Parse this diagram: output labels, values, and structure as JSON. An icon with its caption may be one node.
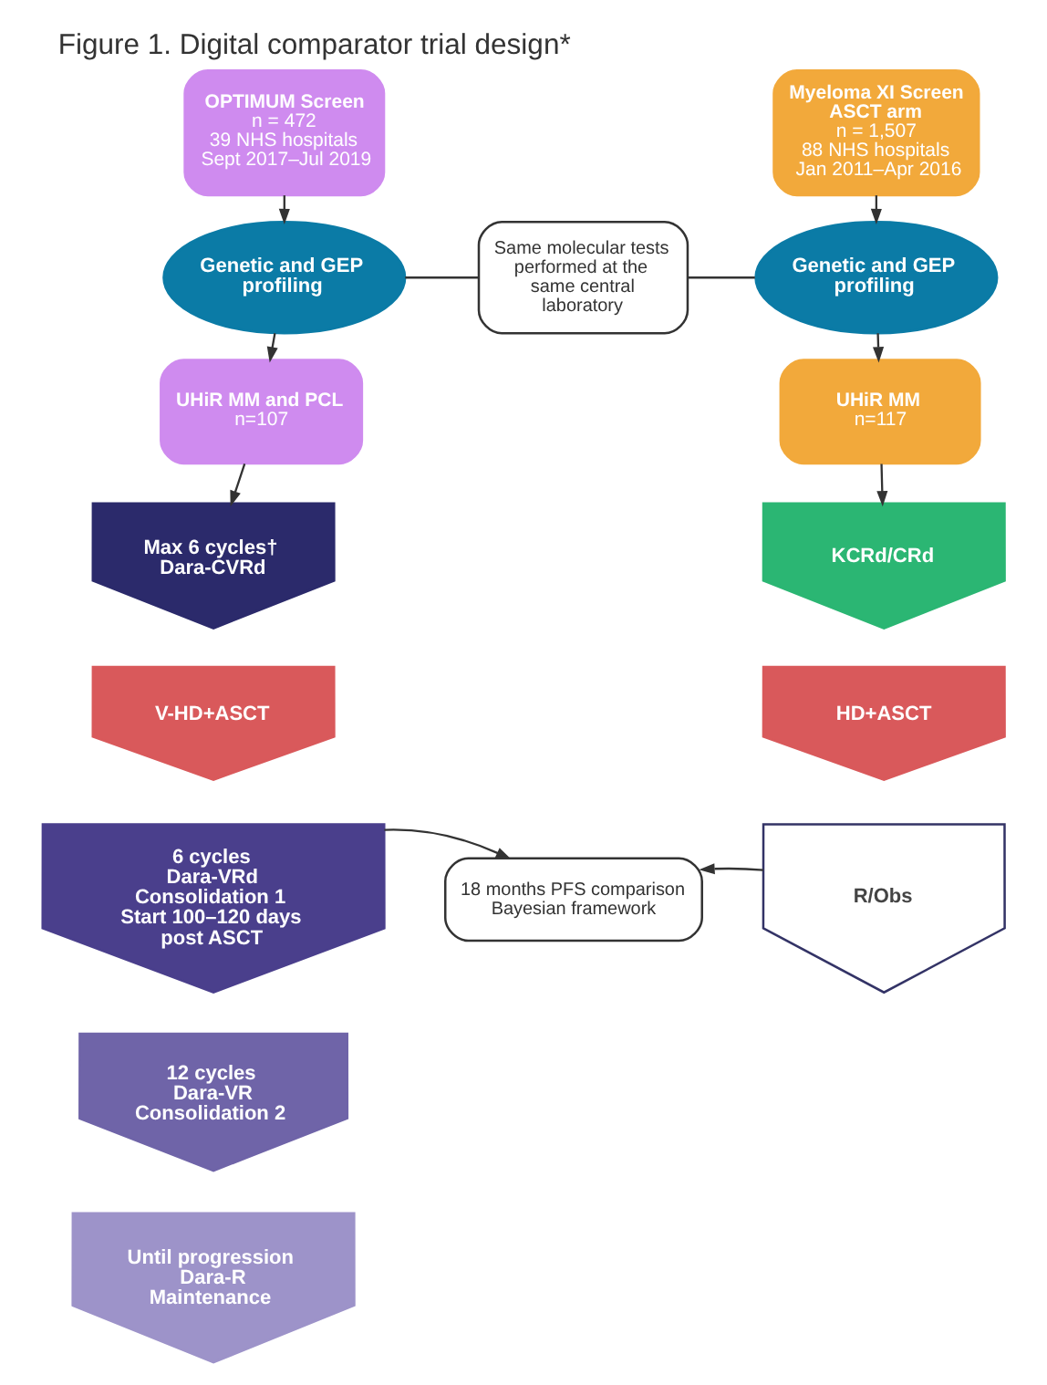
{
  "diagram": {
    "title": "Figure 1. Digital comparator trial design*",
    "nodes": [
      {
        "text": [
          "OPTIMUM Screen",
          "n = 472",
          "39 NHS hospitals",
          "Sept 2017–Jul 2019"
        ]
      },
      {
        "text": [
          "Myeloma XI Screen",
          "ASCT arm",
          "n = 1,507",
          "88 NHS hospitals",
          "Jan 2011–Apr 2016"
        ]
      },
      {
        "text": [
          "Genetic and GEP profiling"
        ]
      },
      {
        "text": [
          "Same molecular tests performed at the same central laboratory"
        ]
      },
      {
        "text": [
          "Genetic and GEP profiling"
        ]
      },
      {
        "text": [
          "UHiR MM and PCL",
          "n=107"
        ]
      },
      {
        "text": [
          "UHiR MM",
          "n=117"
        ]
      },
      {
        "text": [
          "Max 6 cycles†",
          "Dara-CVRd"
        ]
      },
      {
        "text": [
          "KCRd/CRd"
        ]
      },
      {
        "text": [
          "V-HD+ASCT"
        ]
      },
      {
        "text": [
          "HD+ASCT"
        ]
      },
      {
        "text": [
          "6 cycles",
          "Dara-VRd",
          "Consolidation 1",
          "Start 100–120 days post ASCT"
        ]
      },
      {
        "text": [
          "18 months PFS comparison",
          "Bayesian framework"
        ]
      },
      {
        "text": [
          "R/Obs"
        ]
      },
      {
        "text": [
          "12 cycles",
          "Dara-VR",
          "Consolidation 2"
        ]
      },
      {
        "text": [
          "Until progression",
          "Dara-R",
          "Maintenance"
        ]
      }
    ],
    "edges": [
      {
        "from": 0,
        "to": 2,
        "arrow": "to"
      },
      {
        "from": 1,
        "to": 4,
        "arrow": "to"
      },
      {
        "from": 2,
        "to": 3,
        "arrow": "none"
      },
      {
        "from": 3,
        "to": 4,
        "arrow": "none"
      },
      {
        "from": 2,
        "to": 5,
        "arrow": "to"
      },
      {
        "from": 4,
        "to": 6,
        "arrow": "to"
      },
      {
        "from": 5,
        "to": 7,
        "arrow": "to"
      },
      {
        "from": 6,
        "to": 8,
        "arrow": "to"
      },
      {
        "from": 11,
        "to": 12,
        "arrow": "to"
      },
      {
        "from": 13,
        "to": 12,
        "arrow": "to"
      }
    ]
  }
}
